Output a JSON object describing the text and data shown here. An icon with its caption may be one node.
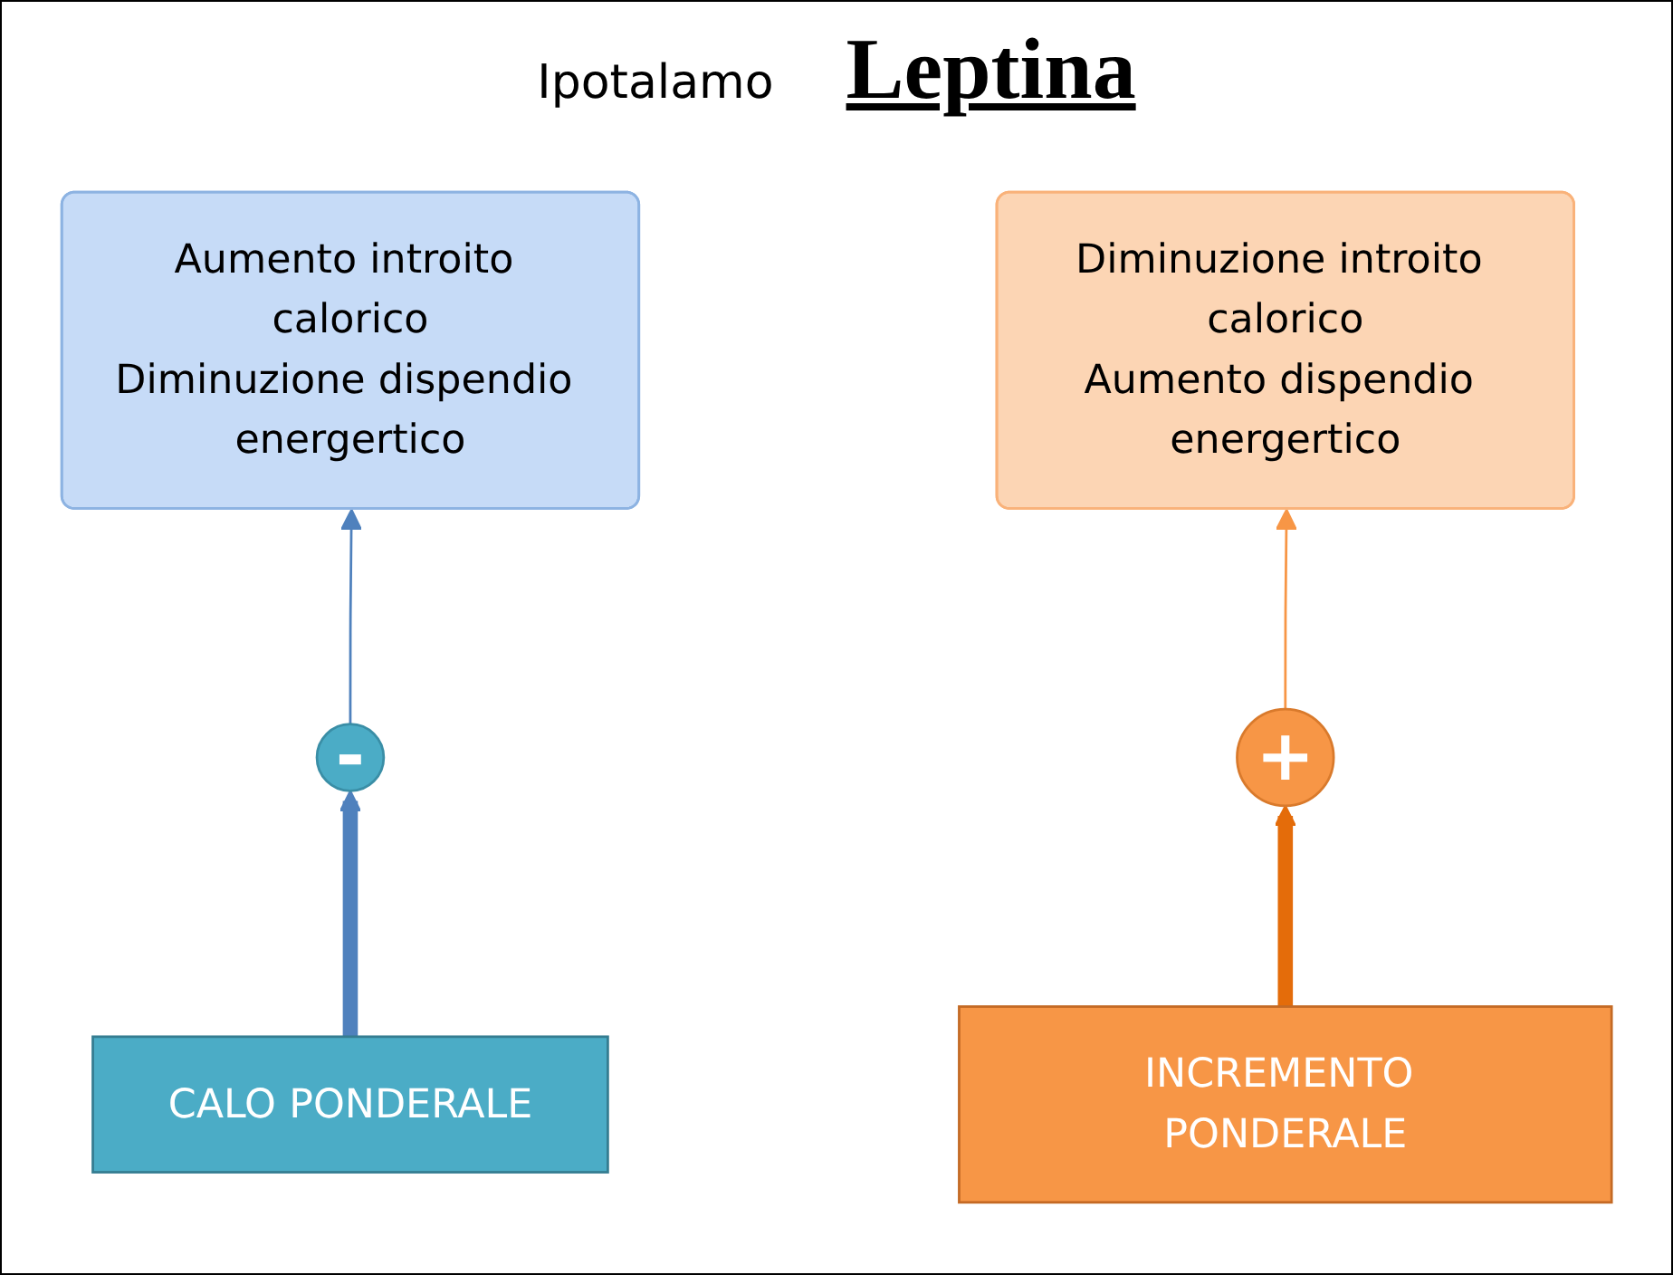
{
  "diagram": {
    "nodes": [
      {
        "text": [
          "Aumento introito calorico",
          "Diminuzione dispendio energertico"
        ]
      },
      {
        "text": [
          "Diminuzione introito calorico",
          "Aumento dispendio energertico"
        ]
      },
      {
        "text": [
          "-"
        ]
      },
      {
        "text": [
          "+"
        ]
      },
      {
        "text": [
          "CALO PONDERALE"
        ]
      },
      {
        "text": [
          "INCREMENTO PONDERALE"
        ]
      }
    ],
    "edges": [
      {
        "from": 2,
        "to": 0,
        "arrow": "to",
        "color": "#4f81bd"
      },
      {
        "from": 3,
        "to": 1,
        "arrow": "to",
        "color": "#f79646"
      },
      {
        "from": 4,
        "to": 2,
        "arrow": "to",
        "style": "thick",
        "color": "#4f81bd"
      },
      {
        "from": 5,
        "to": 3,
        "arrow": "to",
        "style": "thick",
        "color": "#e46c0a"
      }
    ],
    "labels": [
      "Ipotalamo",
      "Leptina"
    ]
  }
}
